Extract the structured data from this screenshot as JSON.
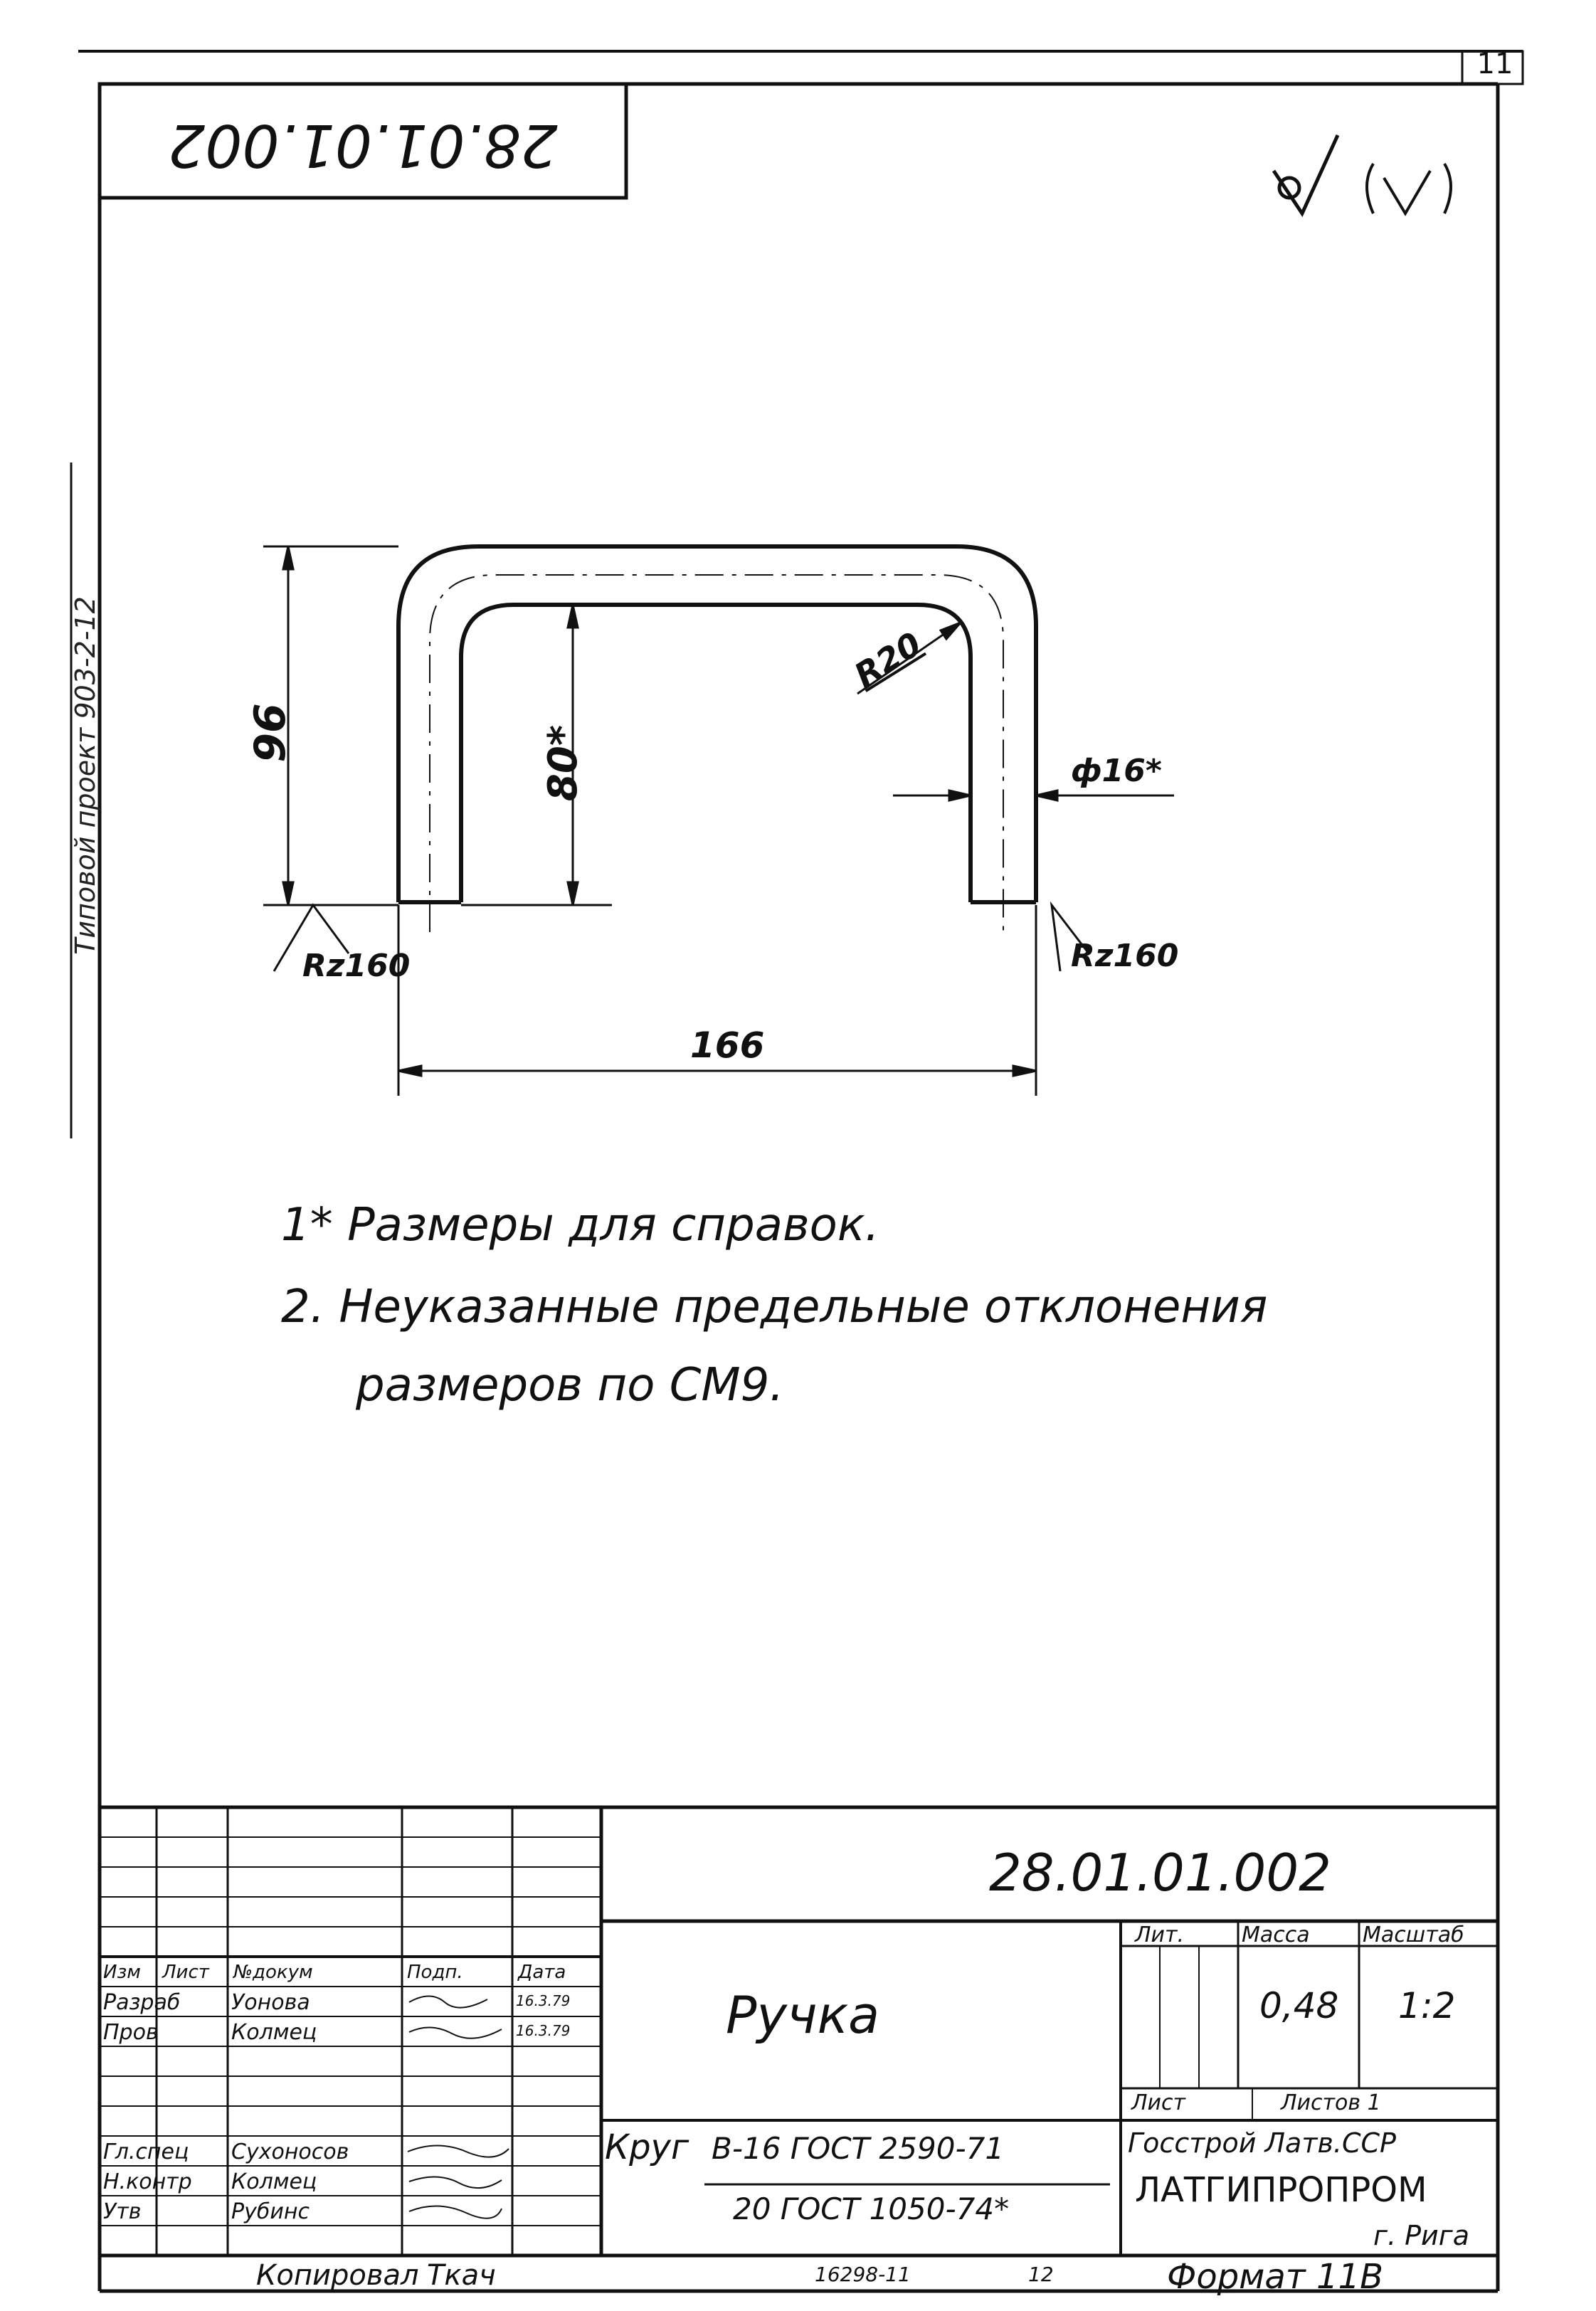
{
  "sheet_number": "11",
  "doc_code_rotated": "28.01.01.002",
  "side_text": "Типовой проект 903-2-12",
  "roughness": {
    "main": "√",
    "bracket": "(√)",
    "left_label": "Rz160",
    "right_label": "Rz160"
  },
  "dimensions": {
    "height_total": "96",
    "height_inner": "80*",
    "radius": "R20",
    "diameter": "ф16*",
    "width": "166"
  },
  "notes": [
    "1* Размеры для справок.",
    "2. Неуказанные предельные отклонения",
    "размеров по СМ9."
  ],
  "title_block": {
    "doc_code": "28.01.01.002",
    "part_name": "Ручка",
    "col_headers": [
      "Изм",
      "Лист",
      "№докум",
      "Подп.",
      "Дата"
    ],
    "rows": [
      {
        "role": "Разраб",
        "name": "Уонова",
        "date": "16.3.79"
      },
      {
        "role": "Пров",
        "name": "Колмец",
        "date": "16.3.79"
      },
      {
        "role": "Гл.спец",
        "name": "Сухоносов",
        "date": ""
      },
      {
        "role": "Н.контр",
        "name": "Колмец",
        "date": ""
      },
      {
        "role": "Утв",
        "name": "Рубинс",
        "date": ""
      }
    ],
    "lit_label": "Лит.",
    "mass_label": "Масса",
    "scale_label": "Масштаб",
    "mass": "0,48",
    "scale": "1:2",
    "sheet_label": "Лист",
    "sheets_label": "Листов 1",
    "material_prefix": "Круг",
    "material_top": "В-16 ГОСТ 2590-71",
    "material_bottom": "20 ГОСТ 1050-74*",
    "org_line1": "Госстрой Латв.ССР",
    "org_line2": "ЛАТГИПРОПРОМ",
    "org_line3": "г. Рига"
  },
  "footer": {
    "copied_by": "Копировал",
    "copier_sign": "Ткач",
    "order_number": "16298-11",
    "page": "12",
    "format": "Формат 11В"
  }
}
